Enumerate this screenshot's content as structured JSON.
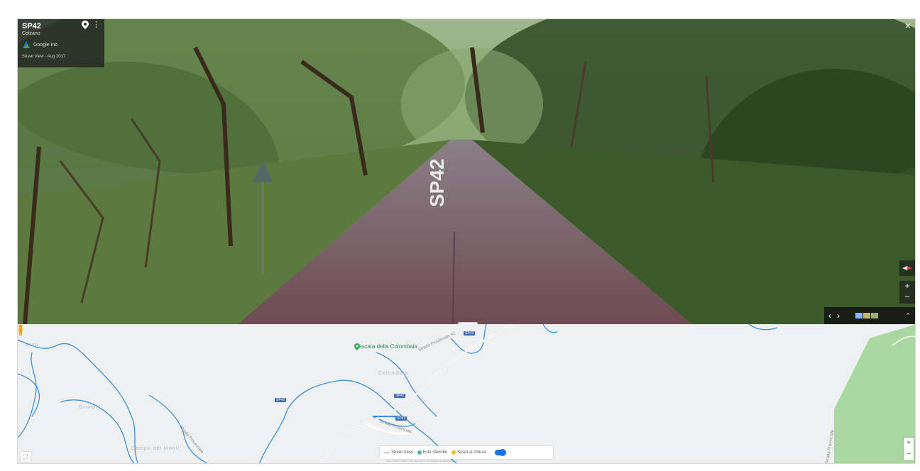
{
  "panorama": {
    "road_marking": "SP42",
    "info": {
      "title": "SP42",
      "subtitle": "Colzano",
      "author": "Google Inc.",
      "date": "Street View - Aug 2017"
    },
    "close_symbol": "×",
    "nav": {
      "prev": "‹",
      "next": "›",
      "expand": "⌃"
    },
    "zoom": {
      "in": "+",
      "out": "−"
    }
  },
  "map": {
    "poi": "Cascata della Colombaia",
    "roads": [
      "Strada Provinciale 42",
      "Strada Provinciale",
      "Strada Provinciale",
      "Strada Provinciale"
    ],
    "shields": [
      "SP42",
      "SP42",
      "SP42",
      "SP42"
    ],
    "places": [
      "Sotti",
      "Colombaia",
      "Grimo",
      "Campo dei Monti"
    ],
    "legend": {
      "street_view": "Street View",
      "photo_sphere": "Foto sferiche",
      "interior": "Spazi al chiuso",
      "note": "Blu: Street View, foto sferiche e immagini di spazi interni"
    },
    "zoom": {
      "in": "+",
      "out": "−"
    },
    "fullscreen_symbol": "⛶",
    "colors": {
      "water": "#3f8fd9",
      "forest": "#a8d8a0",
      "street_view": "#1a73e8"
    }
  }
}
